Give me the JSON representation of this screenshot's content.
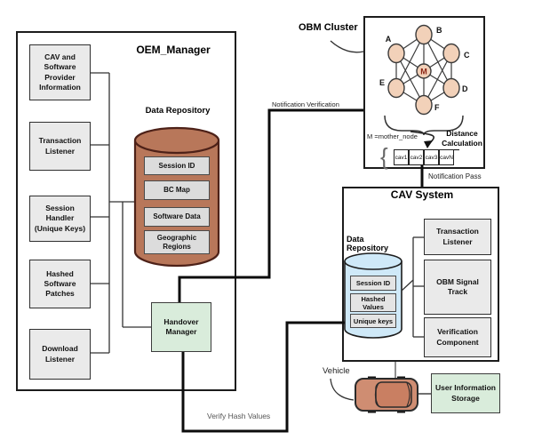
{
  "oem": {
    "title": "OEM_Manager",
    "modules": [
      "CAV and Software Provider Information",
      "Transaction Listener",
      "Session Handler (Unique Keys)",
      "Hashed Software Patches",
      "Download Listener"
    ],
    "repository_label": "Data Repository",
    "repository_rows": [
      "Session ID",
      "BC Map",
      "Software Data",
      "Geographic Regions"
    ],
    "handover_label": "Handover Manager"
  },
  "obm": {
    "title": "OBM Cluster",
    "node_labels": {
      "a": "A",
      "b": "B",
      "c": "C",
      "d": "D",
      "e": "E",
      "f": "F",
      "m": "M"
    },
    "mother_note": "M =mother_node",
    "distance_label": "Distance Calculation",
    "cav_table": [
      "cav1",
      "cav2",
      "cav3",
      "cavN"
    ],
    "brace_glyph": "{"
  },
  "cav": {
    "title": "CAV System",
    "repository_label": "Data Repository",
    "repository_rows": [
      "Session ID",
      "Hashed Values",
      "Unique keys"
    ],
    "modules": [
      "Transaction Listener",
      "OBM Signal Track",
      "Verification Component"
    ]
  },
  "flows": {
    "notification_verification": "Notification Verification",
    "notification_pass": "Notification Pass",
    "verify_hash_values": "Verify Hash Values"
  },
  "vehicle": {
    "label": "Vehicle",
    "storage_label": "User Information Storage"
  },
  "colors": {
    "oem_cylinder": "#b8775a",
    "cav_cylinder": "#cfe9f8",
    "node_fill": "#f2d1b9",
    "green_box": "#d9ecdb",
    "gray_box": "#eaeaea",
    "car_body": "#cf8d72"
  }
}
